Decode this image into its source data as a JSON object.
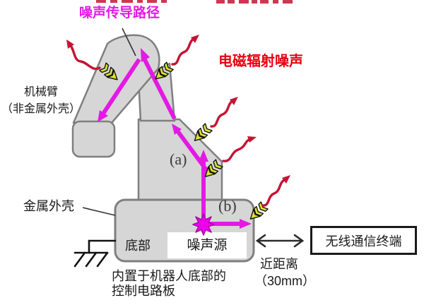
{
  "labels": {
    "noise_path": "噪声传导路径",
    "emi": "电磁辐射噪声",
    "arm_line1": "机械臂",
    "arm_line2": "（非金属外壳）",
    "metal_shell": "金属外壳",
    "bottom": "底部",
    "noise_source": "噪声源",
    "a": "(a)",
    "b": "(b)",
    "board_line1": "内置于机器人底部的",
    "board_line2": "控制电路板",
    "distance_line1": "近距离",
    "distance_line2": "（30mm）",
    "terminal": "无线通信终端"
  },
  "colors": {
    "magenta": "#e31ae3",
    "star_magenta": "#ee00ee",
    "red_text": "#e60012",
    "wavy_red": "#c41434",
    "dart_yellow": "#dce32e",
    "shape_fill": "#d6d6d6",
    "shape_border": "#7f7f7f"
  },
  "icons": {
    "noise_source_star": "star-burst",
    "ground": "chassis-ground-symbol",
    "leak_dart": "yellow-feathered-arrow",
    "radiation": "red-wavy-arrow",
    "distance": "double-headed-arrow"
  }
}
